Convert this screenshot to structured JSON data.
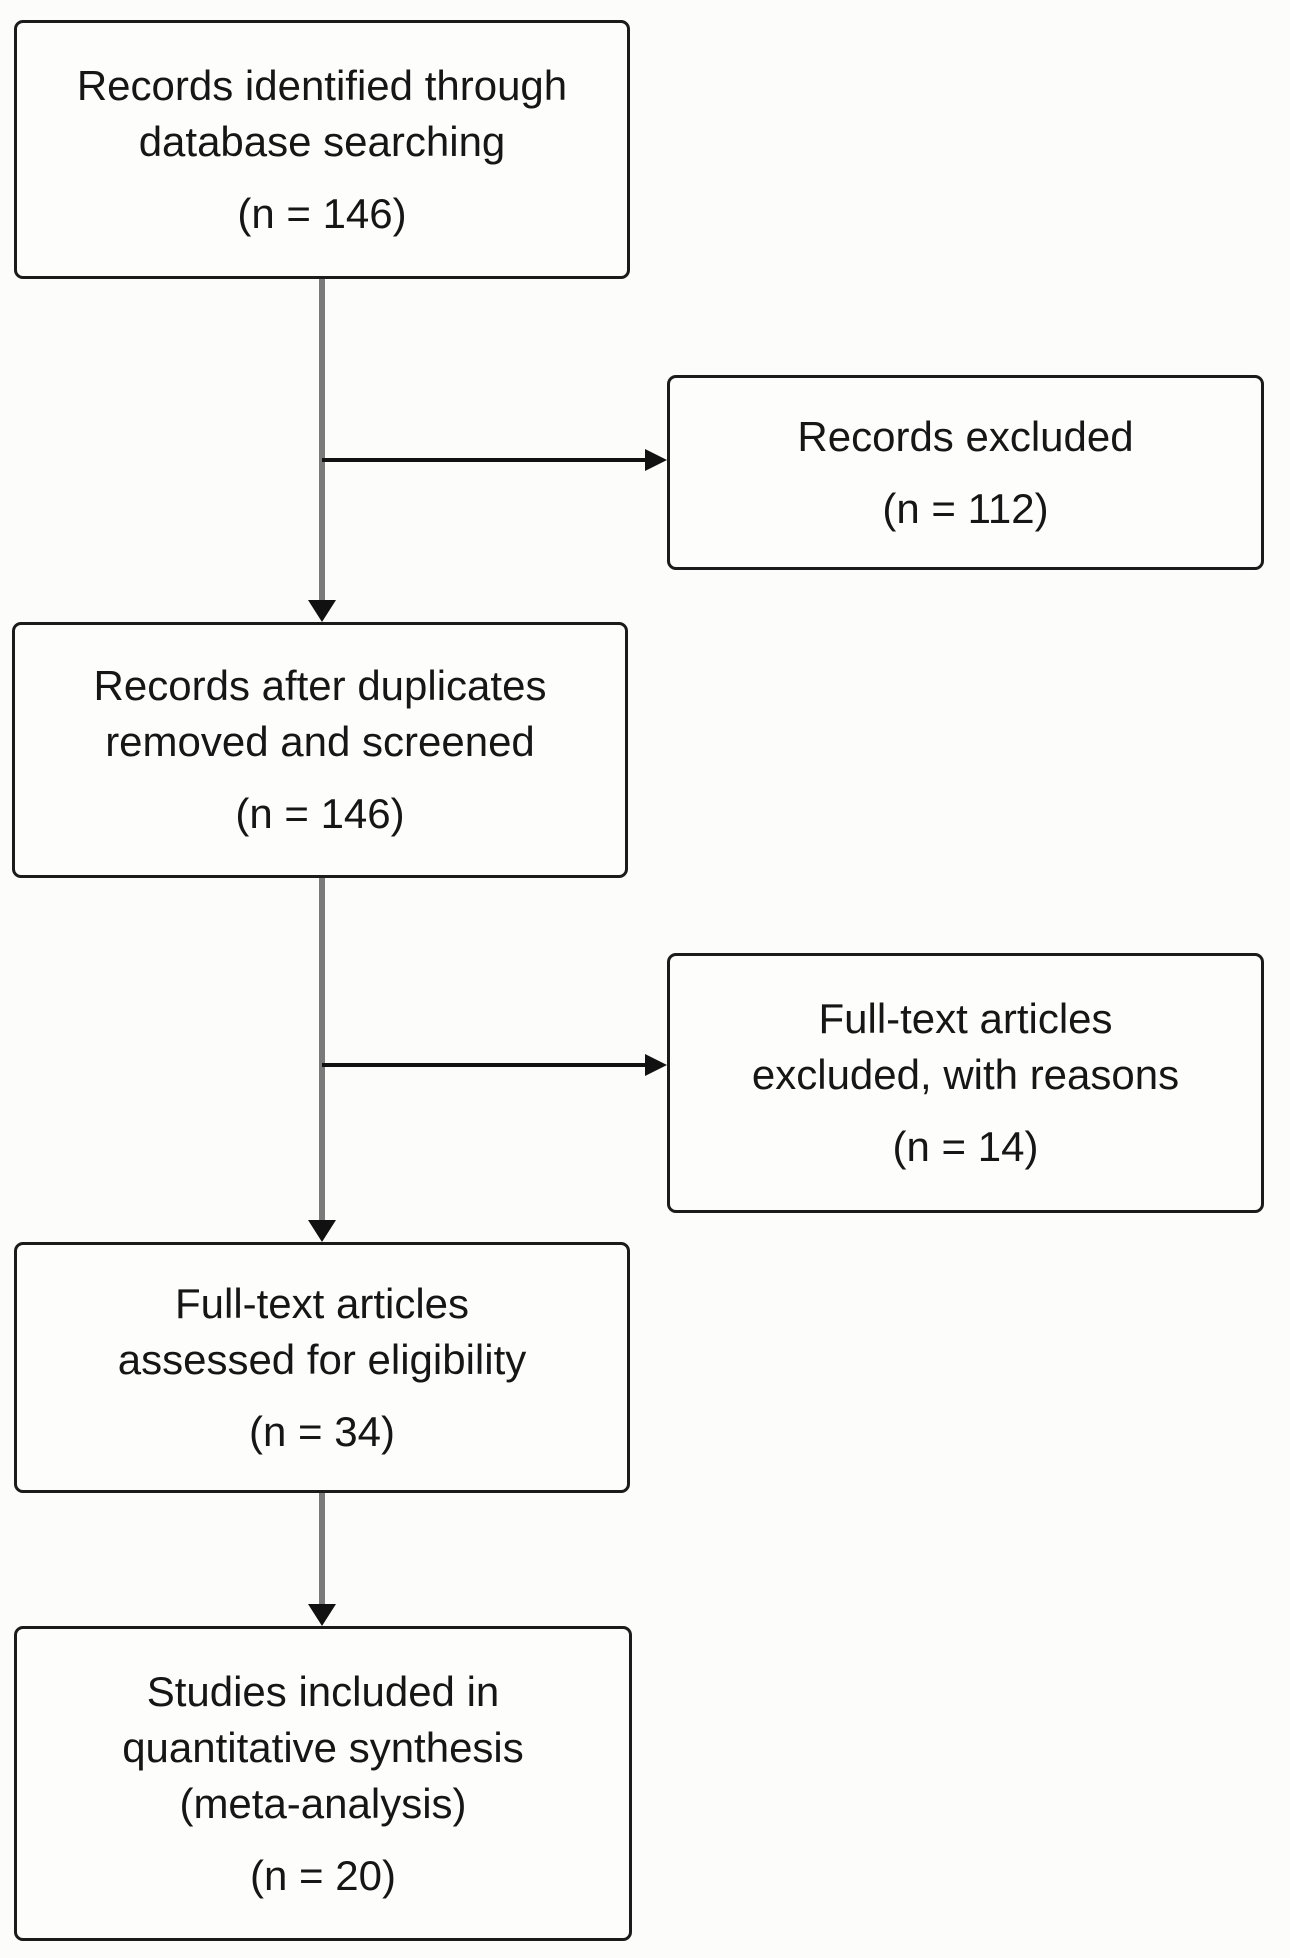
{
  "diagram": {
    "type": "prisma-flowchart",
    "boxes": {
      "identified": {
        "lines": [
          "Records identified through",
          "database searching"
        ],
        "n": "(n = 146)"
      },
      "records_excluded": {
        "lines": [
          "Records excluded"
        ],
        "n": "(n = 112)"
      },
      "screened": {
        "lines": [
          "Records after duplicates",
          "removed and screened"
        ],
        "n": "(n = 146)"
      },
      "fulltext_excluded": {
        "lines": [
          "Full-text articles",
          "excluded, with reasons"
        ],
        "n": "(n = 14)"
      },
      "eligibility": {
        "lines": [
          "Full-text articles",
          "assessed for eligibility"
        ],
        "n": "(n = 34)"
      },
      "included": {
        "lines": [
          "Studies included in",
          "quantitative synthesis",
          "(meta-analysis)"
        ],
        "n": "(n = 20)"
      }
    },
    "colors": {
      "background": "#fcfcfa",
      "box_background": "#fdfdfc",
      "box_border": "#1b1b1b",
      "text": "#161616",
      "vertical_line": "#7a7a7a",
      "horizontal_line": "#111111",
      "arrowhead": "#111111"
    }
  }
}
